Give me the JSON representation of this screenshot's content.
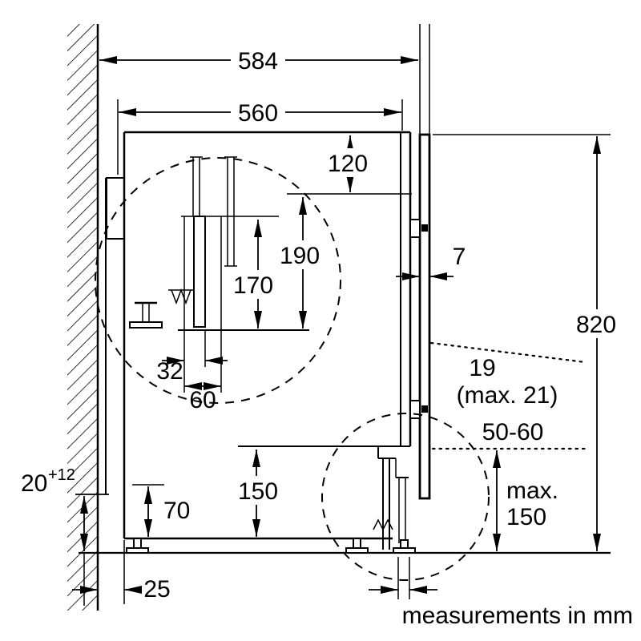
{
  "diagram": {
    "unit_note": "measurements in mm",
    "dimensions": {
      "niche_depth": "584",
      "appliance_depth": "560",
      "top_offset": "120",
      "bracket_height_190": "190",
      "bracket_height_170": "170",
      "bracket_width_32": "32",
      "bracket_width_60": "60",
      "door_thickness": "7",
      "niche_height": "820",
      "door_gap": "19",
      "door_gap_max": "(max. 21)",
      "plinth_recess": "50-60",
      "bottom_clearance": "150",
      "plinth_max_label": "max.",
      "plinth_max_value": "150",
      "foot_adjust": "70",
      "base_gap": "20",
      "base_gap_tolerance": "+12",
      "wall_gap": "25"
    }
  }
}
